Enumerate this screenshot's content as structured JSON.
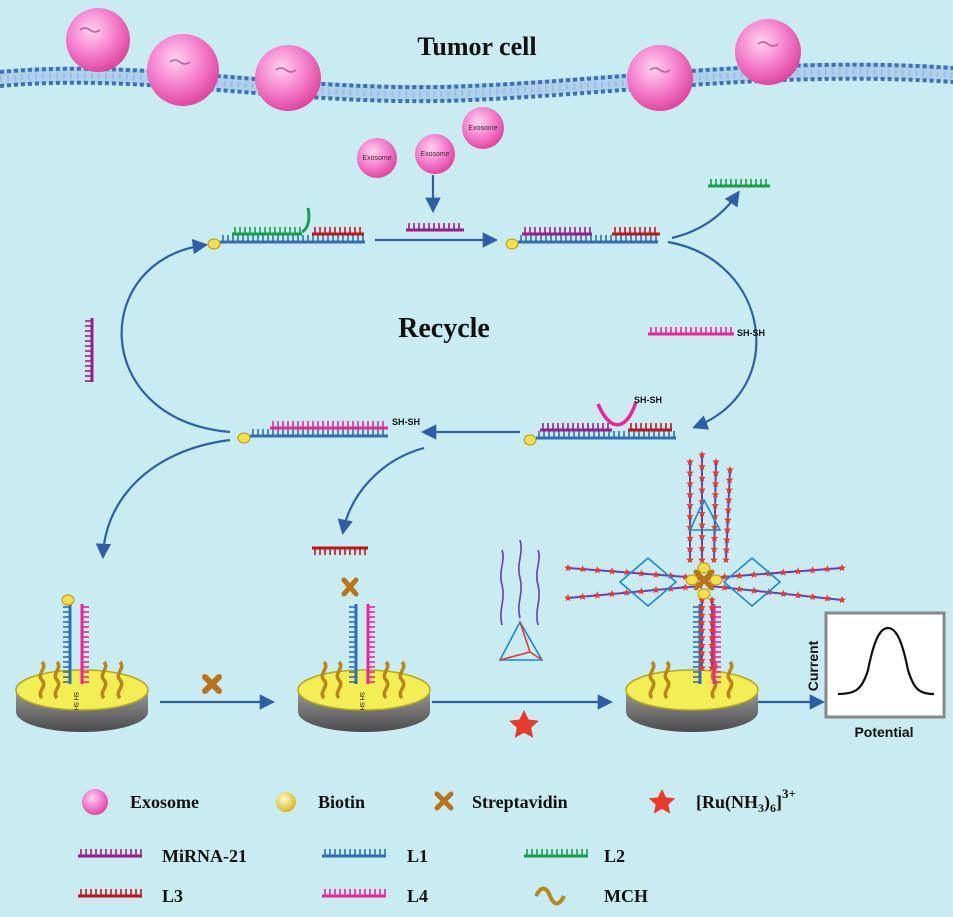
{
  "title": "Tumor cell",
  "center_label": "Recycle",
  "exosome_tag": "Exosome",
  "sh_label": "SH-SH",
  "graph": {
    "ylabel": "Current",
    "xlabel": "Potential"
  },
  "legend": {
    "row1": [
      {
        "text": "Exosome"
      },
      {
        "text": "Biotin"
      },
      {
        "text": "Streptavidin"
      },
      {
        "text": "[Ru(NH",
        "sub": "3",
        "mid": ")",
        "sub2": "6",
        "end": "]",
        "sup": "3+"
      }
    ],
    "row2": [
      {
        "text": "MiRNA-21"
      },
      {
        "text": "L1"
      },
      {
        "text": "L2"
      }
    ],
    "row3": [
      {
        "text": "L3"
      },
      {
        "text": "L4"
      },
      {
        "text": "MCH"
      }
    ]
  },
  "colors": {
    "background": "#c8ecf2",
    "membrane": "#3d6fb8",
    "arrow": "#2e5ea8",
    "exosome": "#f06ac0",
    "biotin": "#f5e04a",
    "streptavidin": "#b8741a",
    "ru_star": "#e8392a",
    "mirna21": "#9b1d8c",
    "L1": "#2f6fb0",
    "L2": "#1a9e4a",
    "L3": "#c0141a",
    "L4": "#f0239a",
    "MCH": "#b8861a",
    "electrode": "#f2ee54"
  }
}
